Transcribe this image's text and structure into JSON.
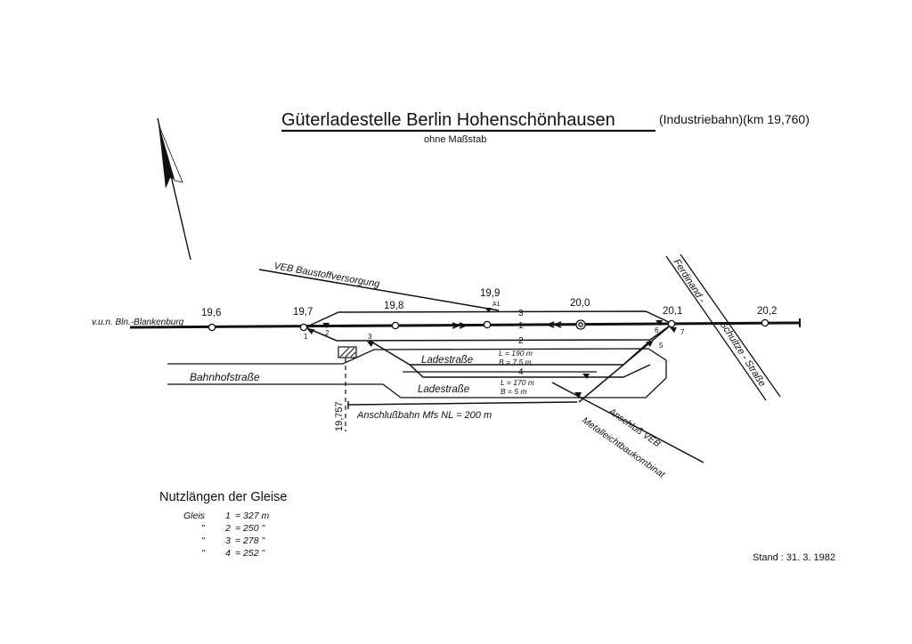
{
  "title": {
    "main": "Güterladestelle  Berlin Hohenschönhausen",
    "suffix": "(Industriebahn)(km 19,760)",
    "subtitle": "ohne Maßstab"
  },
  "kilometers": {
    "k196": "19,6",
    "k197": "19,7",
    "k198": "19,8",
    "k199": "19,9",
    "a1": "A1",
    "k200": "20,0",
    "k201": "20,1",
    "k202": "20,2",
    "k19757": "19,757"
  },
  "labels": {
    "from_blankenburg": "v.u.n. Bln.-Blankenburg",
    "veb_baustoff": "VEB  Baustoffversorgung",
    "bahnhofstrasse": "Bahnhofstraße",
    "ferdinand": "Ferdinand -",
    "schultze": "Schultze - Straße",
    "anschlussbahn": "Anschlußbahn  Mfs   NL = 200 m",
    "anschluss_veb": "Anschluß  VEB",
    "metallleicht": "Metalleichtbaukombinat"
  },
  "ladestrasse": [
    {
      "name": "Ladestraße",
      "l": "L = 190 m",
      "b": "B =  7,5 m"
    },
    {
      "name": "Ladestraße",
      "l": "L = 170 m",
      "b": "B =   5  m"
    }
  ],
  "track_numbers": {
    "t1": "1",
    "t2": "2",
    "t3": "3",
    "t4": "4"
  },
  "switch_numbers": {
    "s1": "1",
    "s2": "2",
    "s3": "3",
    "s5": "5",
    "s6": "6",
    "s7": "7"
  },
  "nutzlaengen": {
    "heading": "Nutzlängen der Gleise",
    "rows": [
      {
        "label": "Gleis",
        "num": "1",
        "value": "=  327 m"
      },
      {
        "label": "\"",
        "num": "2",
        "value": "=  250  \""
      },
      {
        "label": "\"",
        "num": "3",
        "value": "=  278  \""
      },
      {
        "label": "\"",
        "num": "4",
        "value": "=  252  \""
      }
    ]
  },
  "stand": "Stand : 31. 3. 1982"
}
